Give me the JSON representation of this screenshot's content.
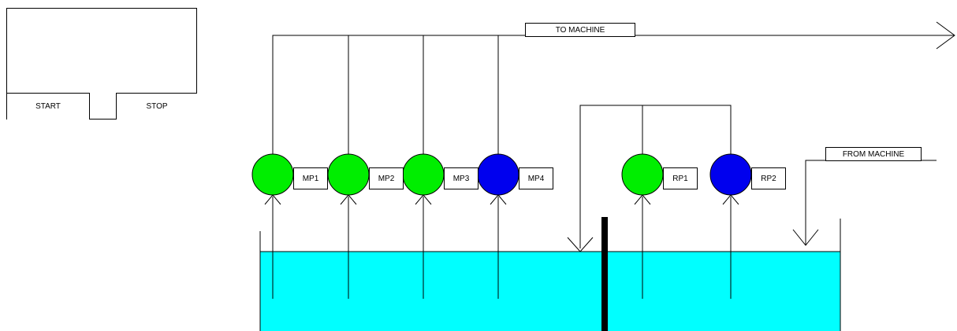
{
  "control_panel": {
    "start_label": "START",
    "stop_label": "STOP"
  },
  "pipes": {
    "to_machine_label": "TO MACHINE",
    "from_machine_label": "FROM MACHINE"
  },
  "pumps": [
    {
      "label": "MP1",
      "state_color": "#00ee00"
    },
    {
      "label": "MP2",
      "state_color": "#00ee00"
    },
    {
      "label": "MP3",
      "state_color": "#00ee00"
    },
    {
      "label": "MP4",
      "state_color": "#0000ee"
    },
    {
      "label": "RP1",
      "state_color": "#00ee00"
    },
    {
      "label": "RP2",
      "state_color": "#0000ee"
    }
  ],
  "tank": {
    "fluid_color": "#00ffff"
  }
}
